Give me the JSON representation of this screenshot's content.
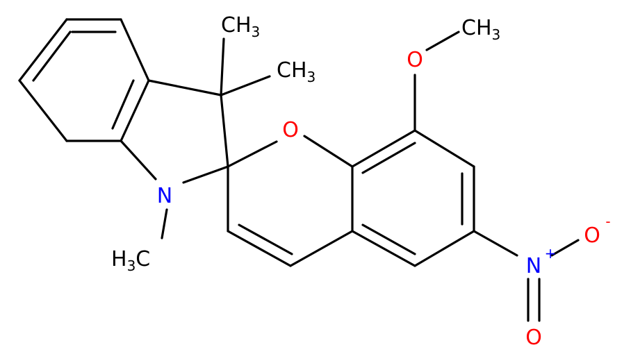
{
  "molecule": {
    "atoms": {
      "n1": {
        "symbol": "N",
        "color": "#0000ff"
      },
      "o_ring": {
        "symbol": "O",
        "color": "#ff0000"
      },
      "o_methoxy": {
        "symbol": "O",
        "color": "#ff0000"
      },
      "n_nitro": {
        "symbol": "N",
        "charge": "+",
        "color": "#0000ff"
      },
      "o_nitro_minus": {
        "symbol": "O",
        "charge": "-",
        "color": "#ff0000"
      },
      "o_nitro_double": {
        "symbol": "O",
        "color": "#ff0000"
      }
    },
    "methyls": {
      "methoxy": {
        "main": "CH",
        "sub": "3"
      },
      "c3_upper": {
        "main": "CH",
        "sub": "3"
      },
      "c3_lower": {
        "main": "CH",
        "sub": "3"
      },
      "n_methyl": {
        "pre": "H",
        "sub": "3",
        "main": "C"
      }
    }
  }
}
